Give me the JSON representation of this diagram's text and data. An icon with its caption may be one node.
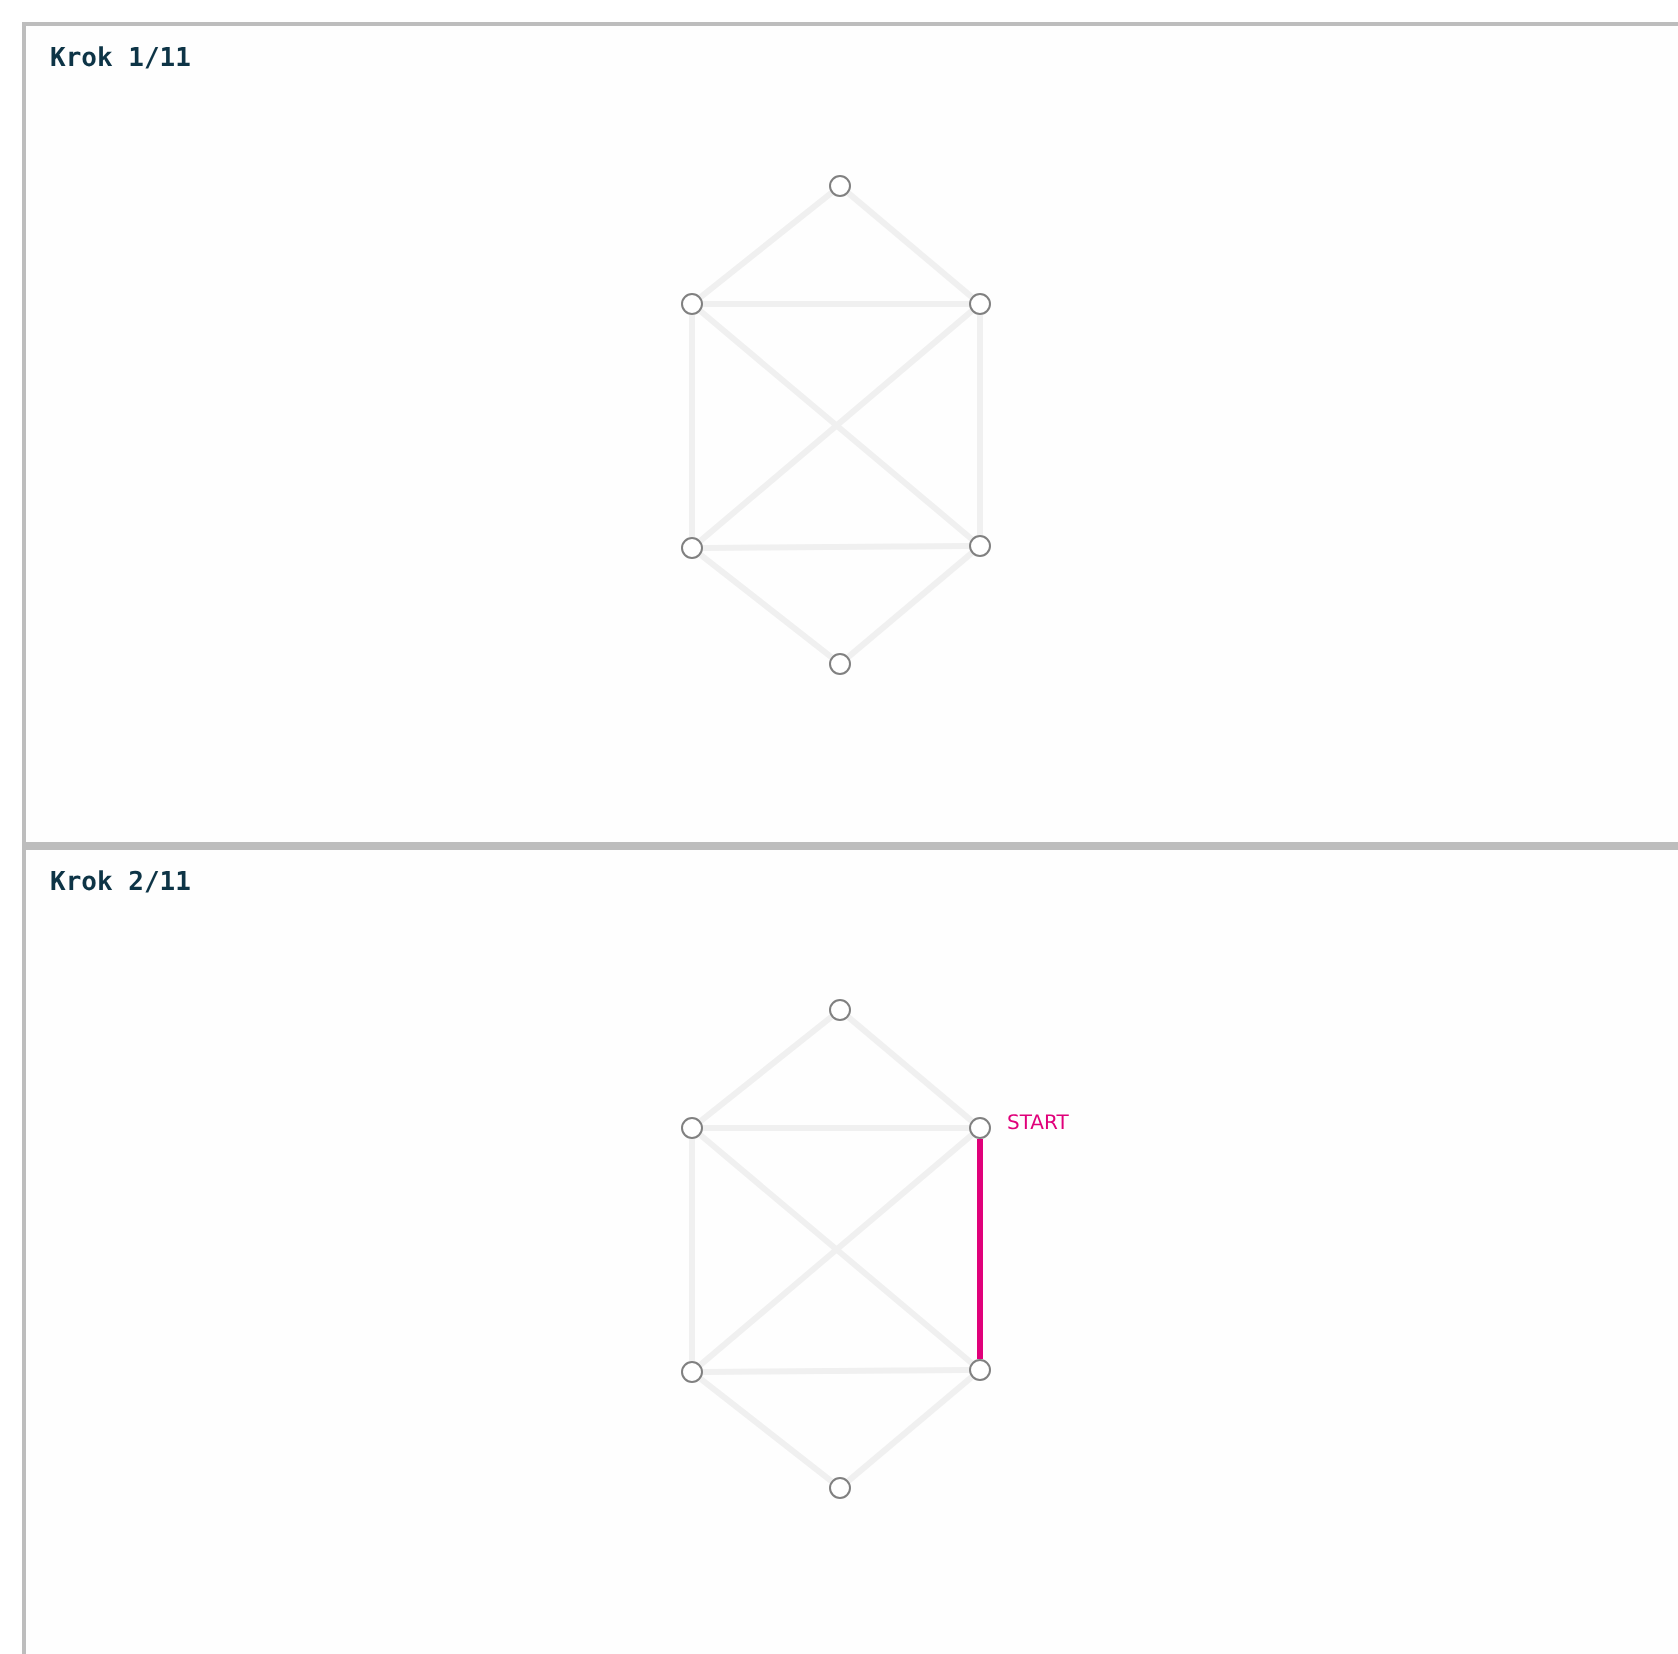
{
  "diagram": {
    "nodes": [
      {
        "text": [
          "Krok 1/11"
        ]
      },
      {
        "text": [],
        "shape": "circle",
        "in": 0
      },
      {
        "text": [],
        "shape": "circle",
        "in": 0
      },
      {
        "text": [],
        "shape": "circle",
        "in": 0
      },
      {
        "text": [],
        "shape": "circle",
        "in": 0
      },
      {
        "text": [],
        "shape": "circle",
        "in": 0
      },
      {
        "text": [],
        "shape": "circle",
        "in": 0
      },
      {
        "text": [
          "Krok 2/11"
        ]
      },
      {
        "text": [],
        "shape": "circle",
        "in": 7
      },
      {
        "text": [],
        "shape": "circle",
        "in": 7
      },
      {
        "text": [],
        "shape": "circle",
        "in": 7,
        "beside": [
          "START"
        ]
      },
      {
        "text": [],
        "shape": "circle",
        "in": 7
      },
      {
        "text": [],
        "shape": "circle",
        "in": 7
      },
      {
        "text": [],
        "shape": "circle",
        "in": 7
      }
    ],
    "edges": [
      {
        "from": 1,
        "to": 2,
        "arrow": "none"
      },
      {
        "from": 1,
        "to": 3,
        "arrow": "none"
      },
      {
        "from": 2,
        "to": 3,
        "arrow": "none"
      },
      {
        "from": 2,
        "to": 4,
        "arrow": "none"
      },
      {
        "from": 3,
        "to": 5,
        "arrow": "none"
      },
      {
        "from": 2,
        "to": 5,
        "arrow": "none"
      },
      {
        "from": 3,
        "to": 4,
        "arrow": "none"
      },
      {
        "from": 4,
        "to": 5,
        "arrow": "none"
      },
      {
        "from": 4,
        "to": 6,
        "arrow": "none"
      },
      {
        "from": 5,
        "to": 6,
        "arrow": "none"
      },
      {
        "from": 8,
        "to": 9,
        "arrow": "none"
      },
      {
        "from": 8,
        "to": 10,
        "arrow": "none"
      },
      {
        "from": 9,
        "to": 10,
        "arrow": "none"
      },
      {
        "from": 9,
        "to": 11,
        "arrow": "none"
      },
      {
        "from": 10,
        "to": 12,
        "arrow": "none",
        "color": "#e0007a"
      },
      {
        "from": 9,
        "to": 12,
        "arrow": "none"
      },
      {
        "from": 10,
        "to": 11,
        "arrow": "none"
      },
      {
        "from": 11,
        "to": 12,
        "arrow": "none"
      },
      {
        "from": 11,
        "to": 13,
        "arrow": "none"
      },
      {
        "from": 12,
        "to": 13,
        "arrow": "none"
      }
    ]
  }
}
